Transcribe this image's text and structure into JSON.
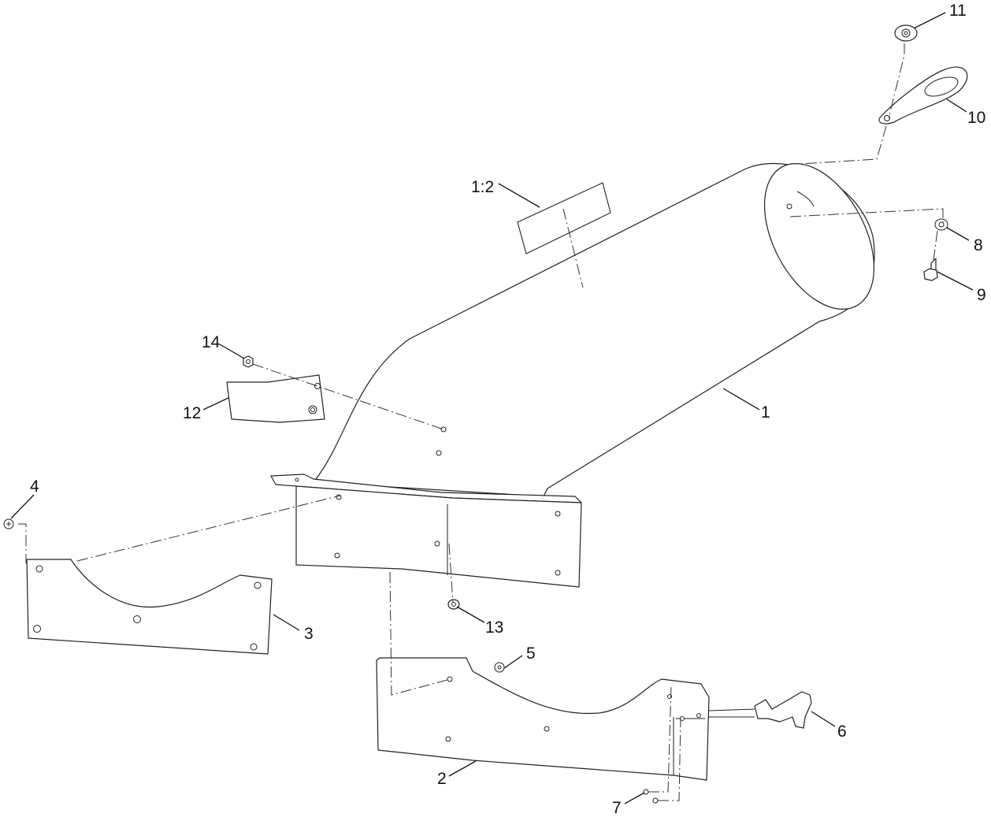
{
  "callouts": {
    "c1": "1",
    "c1_2": "1:2",
    "c2": "2",
    "c3": "3",
    "c4": "4",
    "c5": "5",
    "c6": "6",
    "c7": "7",
    "c8": "8",
    "c9": "9",
    "c10": "10",
    "c11": "11",
    "c12": "12",
    "c13": "13",
    "c14": "14"
  }
}
